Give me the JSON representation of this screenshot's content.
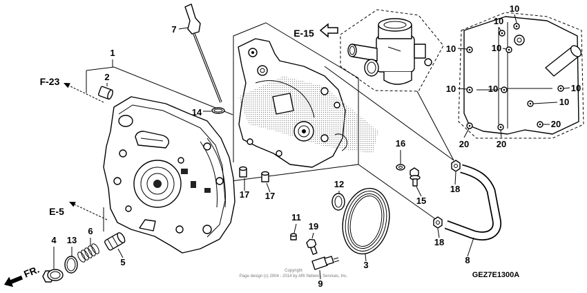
{
  "diagram": {
    "code": "GEZ7E1300A",
    "copyright_line1": "Copyright",
    "copyright_line2": "Page design (c) 2004 - 2014 by ARI Network Services, Inc."
  },
  "references": {
    "f23": "F-23",
    "e15": "E-15",
    "e5": "E-5",
    "front": "FR."
  },
  "callouts": [
    "1",
    "2",
    "7",
    "14",
    "17",
    "17",
    "12",
    "11",
    "19",
    "3",
    "9",
    "16",
    "15",
    "18",
    "18",
    "8",
    "4",
    "13",
    "6",
    "5",
    "10",
    "10",
    "10",
    "10",
    "10",
    "10",
    "10",
    "10",
    "20",
    "20",
    "20"
  ],
  "colors": {
    "line": "#000000",
    "background": "#ffffff",
    "shading": "#8a8a8a"
  }
}
